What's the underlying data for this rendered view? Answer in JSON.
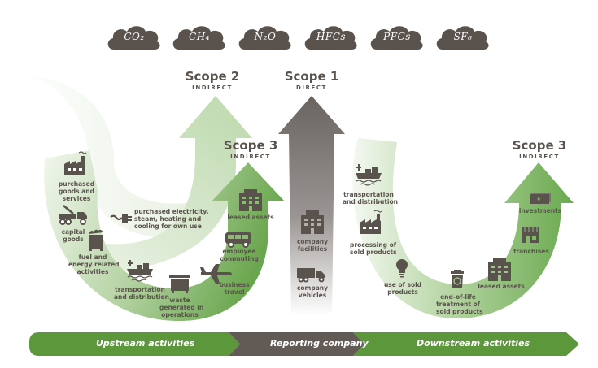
{
  "gases": [
    "CO₂",
    "CH₄",
    "N₂O",
    "HFCs",
    "PFCs",
    "SF₆"
  ],
  "scopes": {
    "scope2": {
      "title": "Scope 2",
      "subtitle": "INDIRECT"
    },
    "scope1": {
      "title": "Scope 1",
      "subtitle": "DIRECT"
    },
    "scope3_upstream": {
      "title": "Scope 3",
      "subtitle": "INDIRECT"
    },
    "scope3_downstream": {
      "title": "Scope 3",
      "subtitle": "INDIRECT"
    }
  },
  "upstream_items": {
    "purchased_goods": {
      "label": [
        "purchased",
        "goods and",
        "services"
      ],
      "icon": "factory-icon"
    },
    "capital_goods": {
      "label": [
        "capital",
        "goods"
      ],
      "icon": "crane-truck-icon"
    },
    "fuel_energy": {
      "label": [
        "fuel and",
        "energy related",
        "activities"
      ],
      "icon": "coal-bin-icon"
    },
    "transportation": {
      "label": [
        "transportation",
        "and distribution"
      ],
      "icon": "cargo-ship-icon"
    },
    "waste": {
      "label": [
        "waste",
        "generated in",
        "operations"
      ],
      "icon": "dumpster-icon"
    },
    "business_travel": {
      "label": [
        "business",
        "travel"
      ],
      "icon": "airplane-icon"
    },
    "employee_commuting": {
      "label": [
        "employee",
        "commuting"
      ],
      "icon": "bus-icon"
    },
    "leased_assets": {
      "label": [
        "leased assets"
      ],
      "icon": "building-icon"
    }
  },
  "scope2_item": {
    "label": [
      "purchased electricity,",
      "steam, heating and",
      "cooling for own use"
    ],
    "icon": "power-plug-icon"
  },
  "scope1_items": {
    "facilities": {
      "label": [
        "company",
        "facilities"
      ],
      "icon": "building-icon"
    },
    "vehicles": {
      "label": [
        "company",
        "vehicles"
      ],
      "icon": "truck-icon"
    }
  },
  "downstream_items": {
    "transportation": {
      "label": [
        "transportation",
        "and distribution"
      ],
      "icon": "cargo-ship-icon"
    },
    "processing": {
      "label": [
        "processing of",
        "sold products"
      ],
      "icon": "factory-icon"
    },
    "use": {
      "label": [
        "use of sold",
        "products"
      ],
      "icon": "lightbulb-icon"
    },
    "end_of_life": {
      "label": [
        "end-of-life",
        "treatment of",
        "sold products"
      ],
      "icon": "recycle-bin-icon"
    },
    "leased_assets": {
      "label": [
        "leased assets"
      ],
      "icon": "building-icon"
    },
    "franchises": {
      "label": [
        "franchises"
      ],
      "icon": "storefront-icon"
    },
    "investments": {
      "label": [
        "investments"
      ],
      "icon": "banknote-icon"
    }
  },
  "bottom_bar": {
    "upstream": "Upstream activities",
    "reporting": "Reporting company",
    "downstream": "Downstream activities"
  },
  "colors": {
    "dark": "#5a534d",
    "green_dark": "#5a9a3e",
    "green_mid": "#8cbc74",
    "green_light": "#cfe3c3",
    "grey_arrow": "#6f6966"
  }
}
